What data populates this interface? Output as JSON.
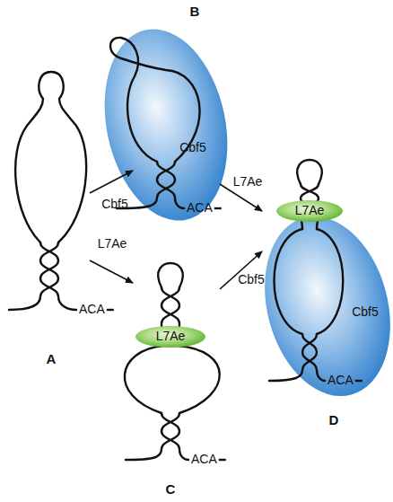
{
  "diagram": {
    "nodes": [
      {
        "text": [
          "Cbf5"
        ]
      },
      {
        "text": [
          "L7Ae"
        ]
      },
      {
        "text": [
          "Cbf5"
        ]
      },
      {
        "text": [
          "L7Ae"
        ]
      }
    ],
    "labels": [
      "B",
      "L7Ae",
      "Cbf5",
      "ACA",
      "L7Ae",
      "Cbf5",
      "ACA",
      "A",
      "ACA",
      "D",
      "ACA",
      "C"
    ]
  }
}
